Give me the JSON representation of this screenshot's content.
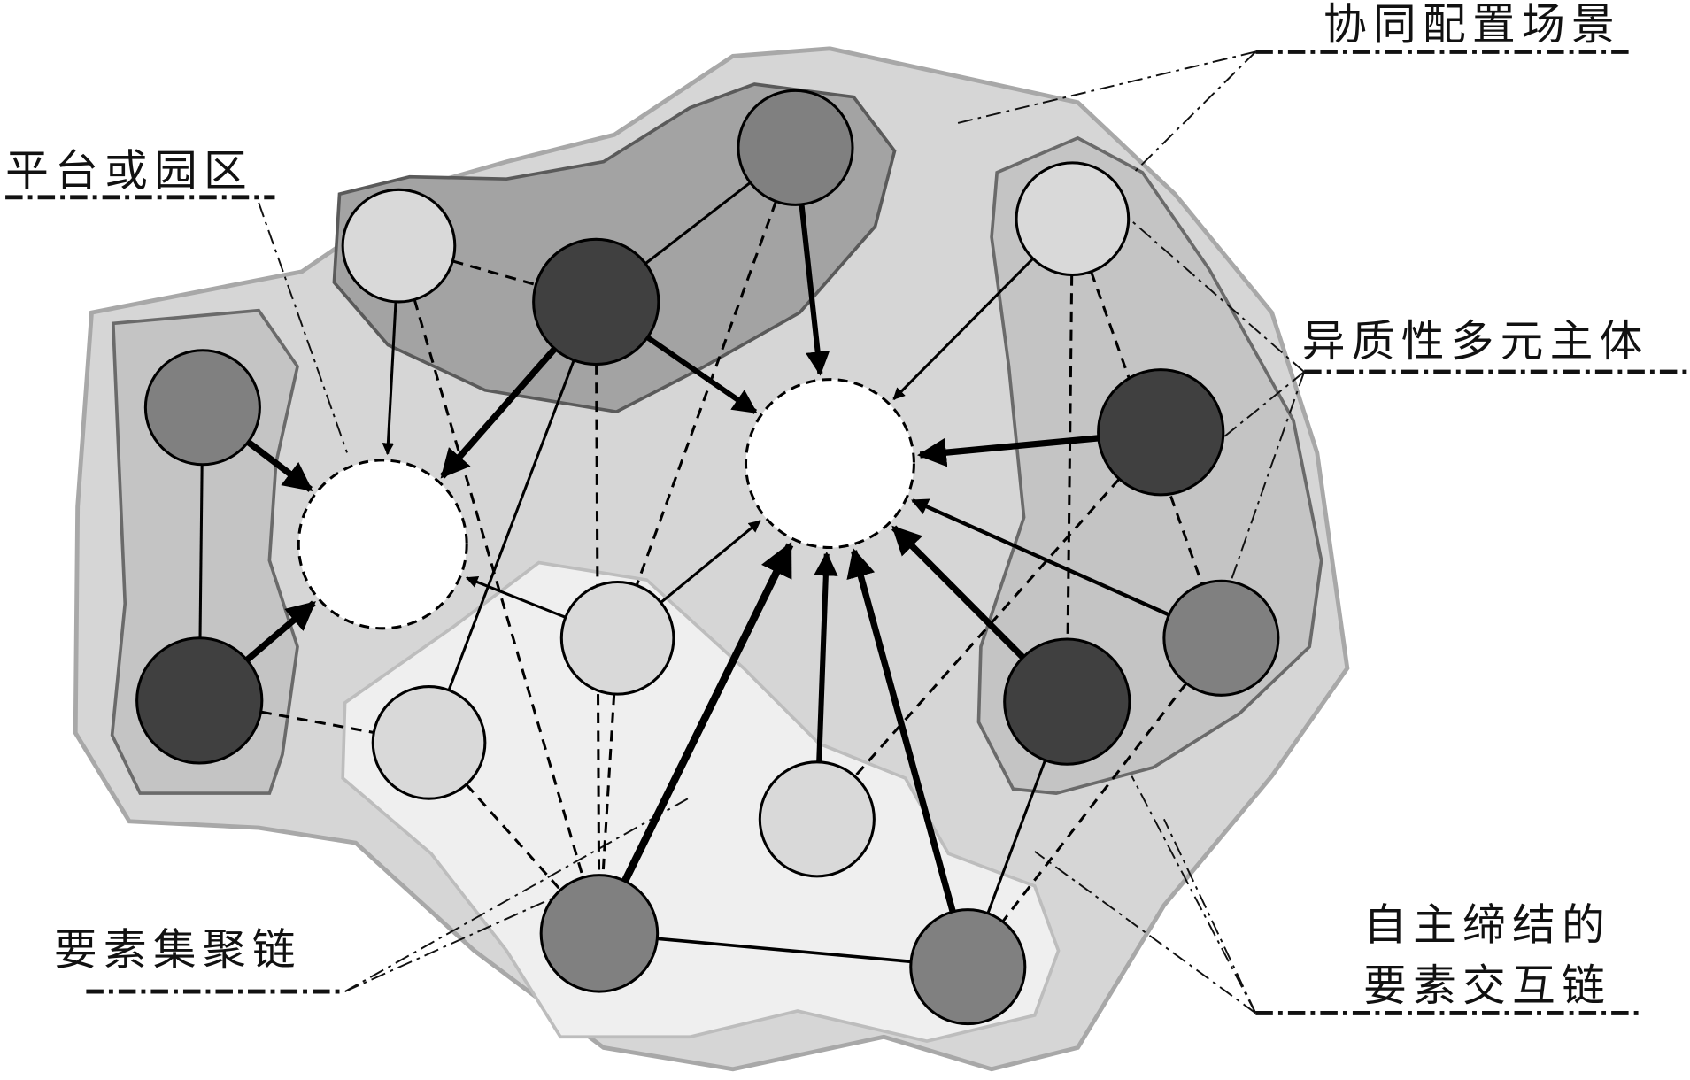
{
  "labels": {
    "scene": "协同配置场景",
    "platform": "平台或园区",
    "actors": "异质性多元主体",
    "aggregation_chain": "要素集聚链",
    "interaction_chain_line1": "自主缔结的",
    "interaction_chain_line2": "要素交互链"
  },
  "colors": {
    "dark_node": "#404040",
    "mid_node": "#808080",
    "light_node": "#d9d9d9",
    "hub_node": "#ffffff",
    "outer_region": "#d6d6d6",
    "inner_region": "#efefef",
    "group_region": "#c4c4c4",
    "top_group_region": "#a3a3a3"
  }
}
